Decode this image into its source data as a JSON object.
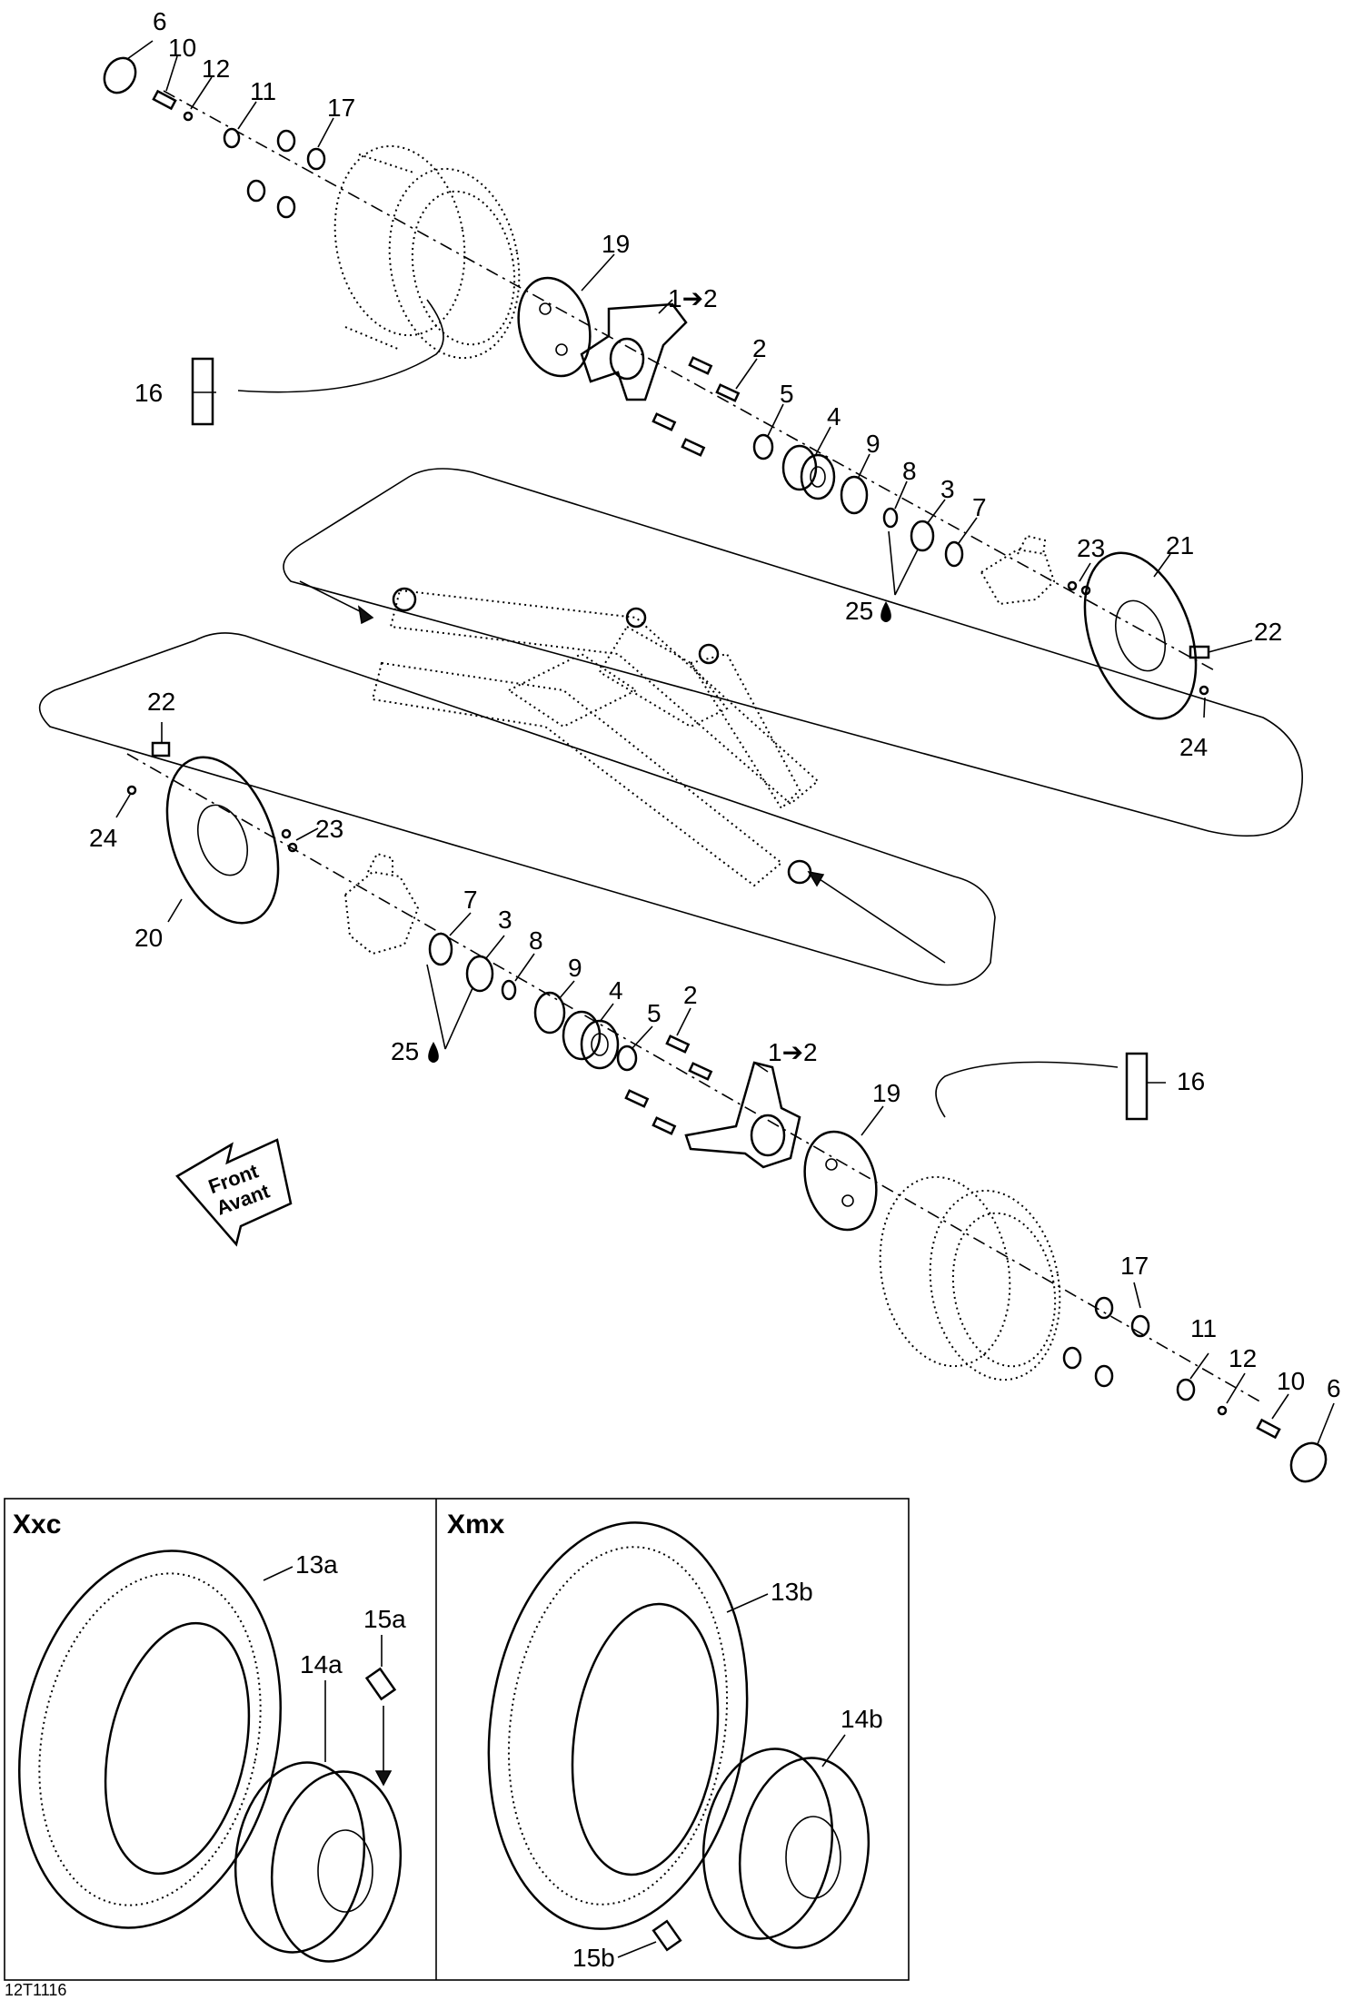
{
  "diagram_code": "12T1116",
  "insets": {
    "xxc": {
      "title": "Xxc",
      "tire": "13a",
      "rim": "14a",
      "valve": "15a"
    },
    "xmx": {
      "title": "Xmx",
      "tire": "13b",
      "rim": "14b",
      "valve": "15b"
    }
  },
  "callouts": {
    "top": {
      "c6": "6",
      "c10": "10",
      "c12": "12",
      "c11": "11",
      "c17": "17",
      "c19": "19",
      "c1to2": "1➔2",
      "c2": "2",
      "c16": "16",
      "c5": "5",
      "c4": "4",
      "c9": "9",
      "c8": "8",
      "c3": "3",
      "c7": "7",
      "c25": "25",
      "c23": "23",
      "c21": "21",
      "c22": "22",
      "c24": "24"
    },
    "bottom": {
      "c22": "22",
      "c24": "24",
      "c23": "23",
      "c20": "20",
      "c7": "7",
      "c3": "3",
      "c8": "8",
      "c9": "9",
      "c4": "4",
      "c5": "5",
      "c2": "2",
      "c1to2": "1➔2",
      "c25": "25",
      "c16": "16",
      "c19": "19",
      "c17": "17",
      "c11": "11",
      "c12": "12",
      "c10": "10",
      "c6": "6"
    }
  },
  "direction_arrow": {
    "line1": "Front",
    "line2": "Avant"
  }
}
